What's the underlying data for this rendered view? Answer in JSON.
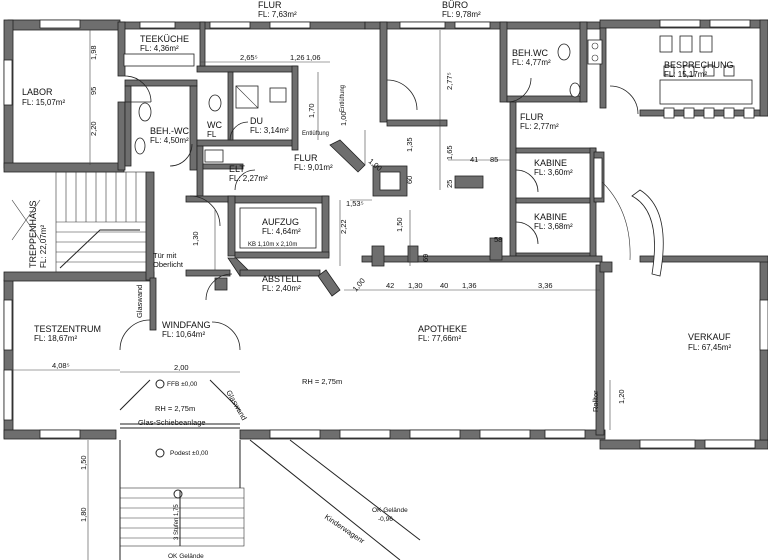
{
  "rooms": {
    "labor": {
      "name": "LABOR",
      "area": "FL: 15,07m²"
    },
    "teekueche": {
      "name": "TEEKÜCHE",
      "area": "FL: 4,36m²"
    },
    "flur_top": {
      "name": "FLUR",
      "area": "FL: 7,63m²"
    },
    "buero": {
      "name": "BÜRO",
      "area": "FL: 9,78m²"
    },
    "beh_wc_right": {
      "name": "BEH.WC",
      "area": "FL: 4,77m²"
    },
    "besprechung": {
      "name": "BESPRECHUNG",
      "area": "FL: 15,17m²"
    },
    "beh_wc_left": {
      "name": "BEH.-WC",
      "area": "FL: 4,50m²"
    },
    "wc": {
      "name": "WC",
      "area": "FL"
    },
    "du": {
      "name": "DU",
      "area": "FL: 3,14m²"
    },
    "flur_right": {
      "name": "FLUR",
      "area": "FL: 2,77m²"
    },
    "elt": {
      "name": "ELT",
      "area": "FL: 2,27m²"
    },
    "flur_mid": {
      "name": "FLUR",
      "area": "FL: 9,01m²"
    },
    "kabine1": {
      "name": "KABINE",
      "area": "FL: 3,60m²"
    },
    "kabine2": {
      "name": "KABINE",
      "area": "FL: 3,68m²"
    },
    "treppenhaus": {
      "name": "TREPPENHAUS",
      "area": "FL: 22,07m²"
    },
    "aufzug": {
      "name": "AUFZUG",
      "area": "FL: 4,64m²",
      "kb": "KB 1,10m x 2,10m"
    },
    "abstell": {
      "name": "ABSTELL",
      "area": "FL: 2,40m²"
    },
    "testzentrum": {
      "name": "TESTZENTRUM",
      "area": "FL: 18,67m²"
    },
    "windfang": {
      "name": "WINDFANG",
      "area": "FL: 10,64m²"
    },
    "apotheke": {
      "name": "APOTHEKE",
      "area": "FL: 77,66m²"
    },
    "verkauf": {
      "name": "VERKAUF",
      "area": "FL: 67,45m²"
    }
  },
  "notes": {
    "tuer1": "Tür mit",
    "tuer2": "Oberlicht",
    "glaswand_left": "Glaswand",
    "glaswand_right": "Glaswand",
    "entlueftung1": "Entlüftung",
    "entlueftung2": "Entlüftung",
    "ffb": "FFB ±0,00",
    "rh_apotheke": "RH = 2,75m",
    "rh_windfang": "RH = 2,75m",
    "schiebeanlage": "Glas-Schiebeanlage",
    "podest": "Podest ±0,00",
    "ok_gelaende1": "OK Gelände",
    "ok_gelaende1_val": "-0,96",
    "kinderwagen": "Kinderwagenr",
    "rolltor": "Rolltor",
    "ok_gelaende2": "OK Gelände",
    "stufen": "3 Stufen 1,75"
  },
  "dims": {
    "d198": "1,98",
    "d95": "95",
    "d220": "2,20",
    "d265": "2,65⁵",
    "d126": "1,26",
    "d106": "1,06",
    "d170": "1,70",
    "d100a": "1,00",
    "d277": "2,77⁵",
    "d135": "1,35",
    "d165": "1,65",
    "d41": "41",
    "d85": "85",
    "d100b": "1,00",
    "d60": "60",
    "d25": "25",
    "d153": "1,53⁵",
    "d222": "2,22",
    "d150": "1,50",
    "d130": "1,30",
    "d69": "69",
    "d58": "58",
    "d100c": "1,00",
    "d42": "42",
    "d130b": "1,30",
    "d40": "40",
    "d136": "1,36",
    "d336": "3,36",
    "d408": "4,08⁵",
    "d200": "2,00",
    "d120": "1,20",
    "d150b": "1,50",
    "d180": "1,80"
  },
  "colors": {
    "wall": "#6e6e6e",
    "line": "#222222",
    "paper": "#ffffff"
  }
}
